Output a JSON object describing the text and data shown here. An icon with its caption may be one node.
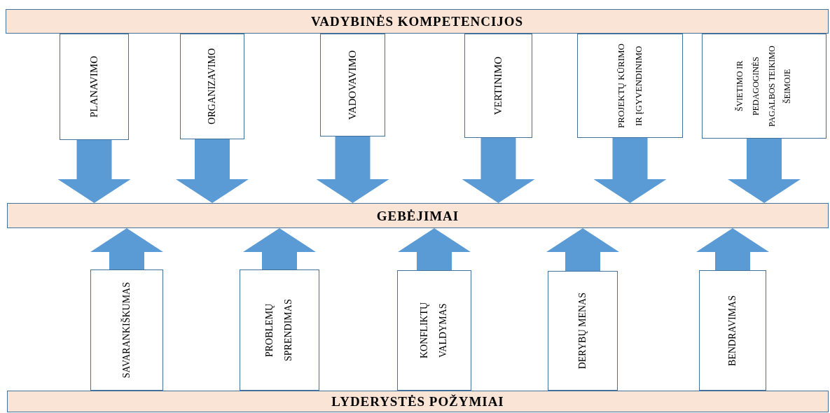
{
  "diagram": {
    "nodes": [
      {
        "text": [
          "VADYBINĖS KOMPETENCIJOS"
        ]
      },
      {
        "text": [
          "GEBĖJIMAI"
        ]
      },
      {
        "text": [
          "LYDERYSTĖS POŽYMIAI"
        ]
      },
      {
        "text": [
          "PLANAVIMO"
        ]
      },
      {
        "text": [
          "ORGANIZAVIMO"
        ]
      },
      {
        "text": [
          "VADOVAVIMO"
        ]
      },
      {
        "text": [
          "VERTINIMO"
        ]
      },
      {
        "text": [
          "PROJEKTŲ KŪRIMO IR ĮGYVENDINIMO"
        ]
      },
      {
        "text": [
          "ŠVIETIMO IR PEDAGOGINĖS PAGALBOS TEIKIMO ŠEIMOJE"
        ]
      },
      {
        "text": [
          "SAVARANKIŠKUMAS"
        ]
      },
      {
        "text": [
          "PROBLEMŲ SPRENDIMAS"
        ]
      },
      {
        "text": [
          "KONFLIKTŲ VALDYMAS"
        ]
      },
      {
        "text": [
          "DERYBŲ MENAS"
        ]
      },
      {
        "text": [
          "BENDRAVIMAS"
        ]
      }
    ],
    "edges": [
      {
        "from": 3,
        "to": 1,
        "arrow": "to",
        "style": "thick"
      },
      {
        "from": 4,
        "to": 1,
        "arrow": "to",
        "style": "thick"
      },
      {
        "from": 5,
        "to": 1,
        "arrow": "to",
        "style": "thick"
      },
      {
        "from": 6,
        "to": 1,
        "arrow": "to",
        "style": "thick"
      },
      {
        "from": 7,
        "to": 1,
        "arrow": "to",
        "style": "thick"
      },
      {
        "from": 8,
        "to": 1,
        "arrow": "to",
        "style": "thick"
      },
      {
        "from": 9,
        "to": 1,
        "arrow": "to",
        "style": "thick"
      },
      {
        "from": 10,
        "to": 1,
        "arrow": "to",
        "style": "thick"
      },
      {
        "from": 11,
        "to": 1,
        "arrow": "to",
        "style": "thick"
      },
      {
        "from": 12,
        "to": 1,
        "arrow": "to",
        "style": "thick"
      },
      {
        "from": 13,
        "to": 1,
        "arrow": "to",
        "style": "thick"
      }
    ]
  }
}
